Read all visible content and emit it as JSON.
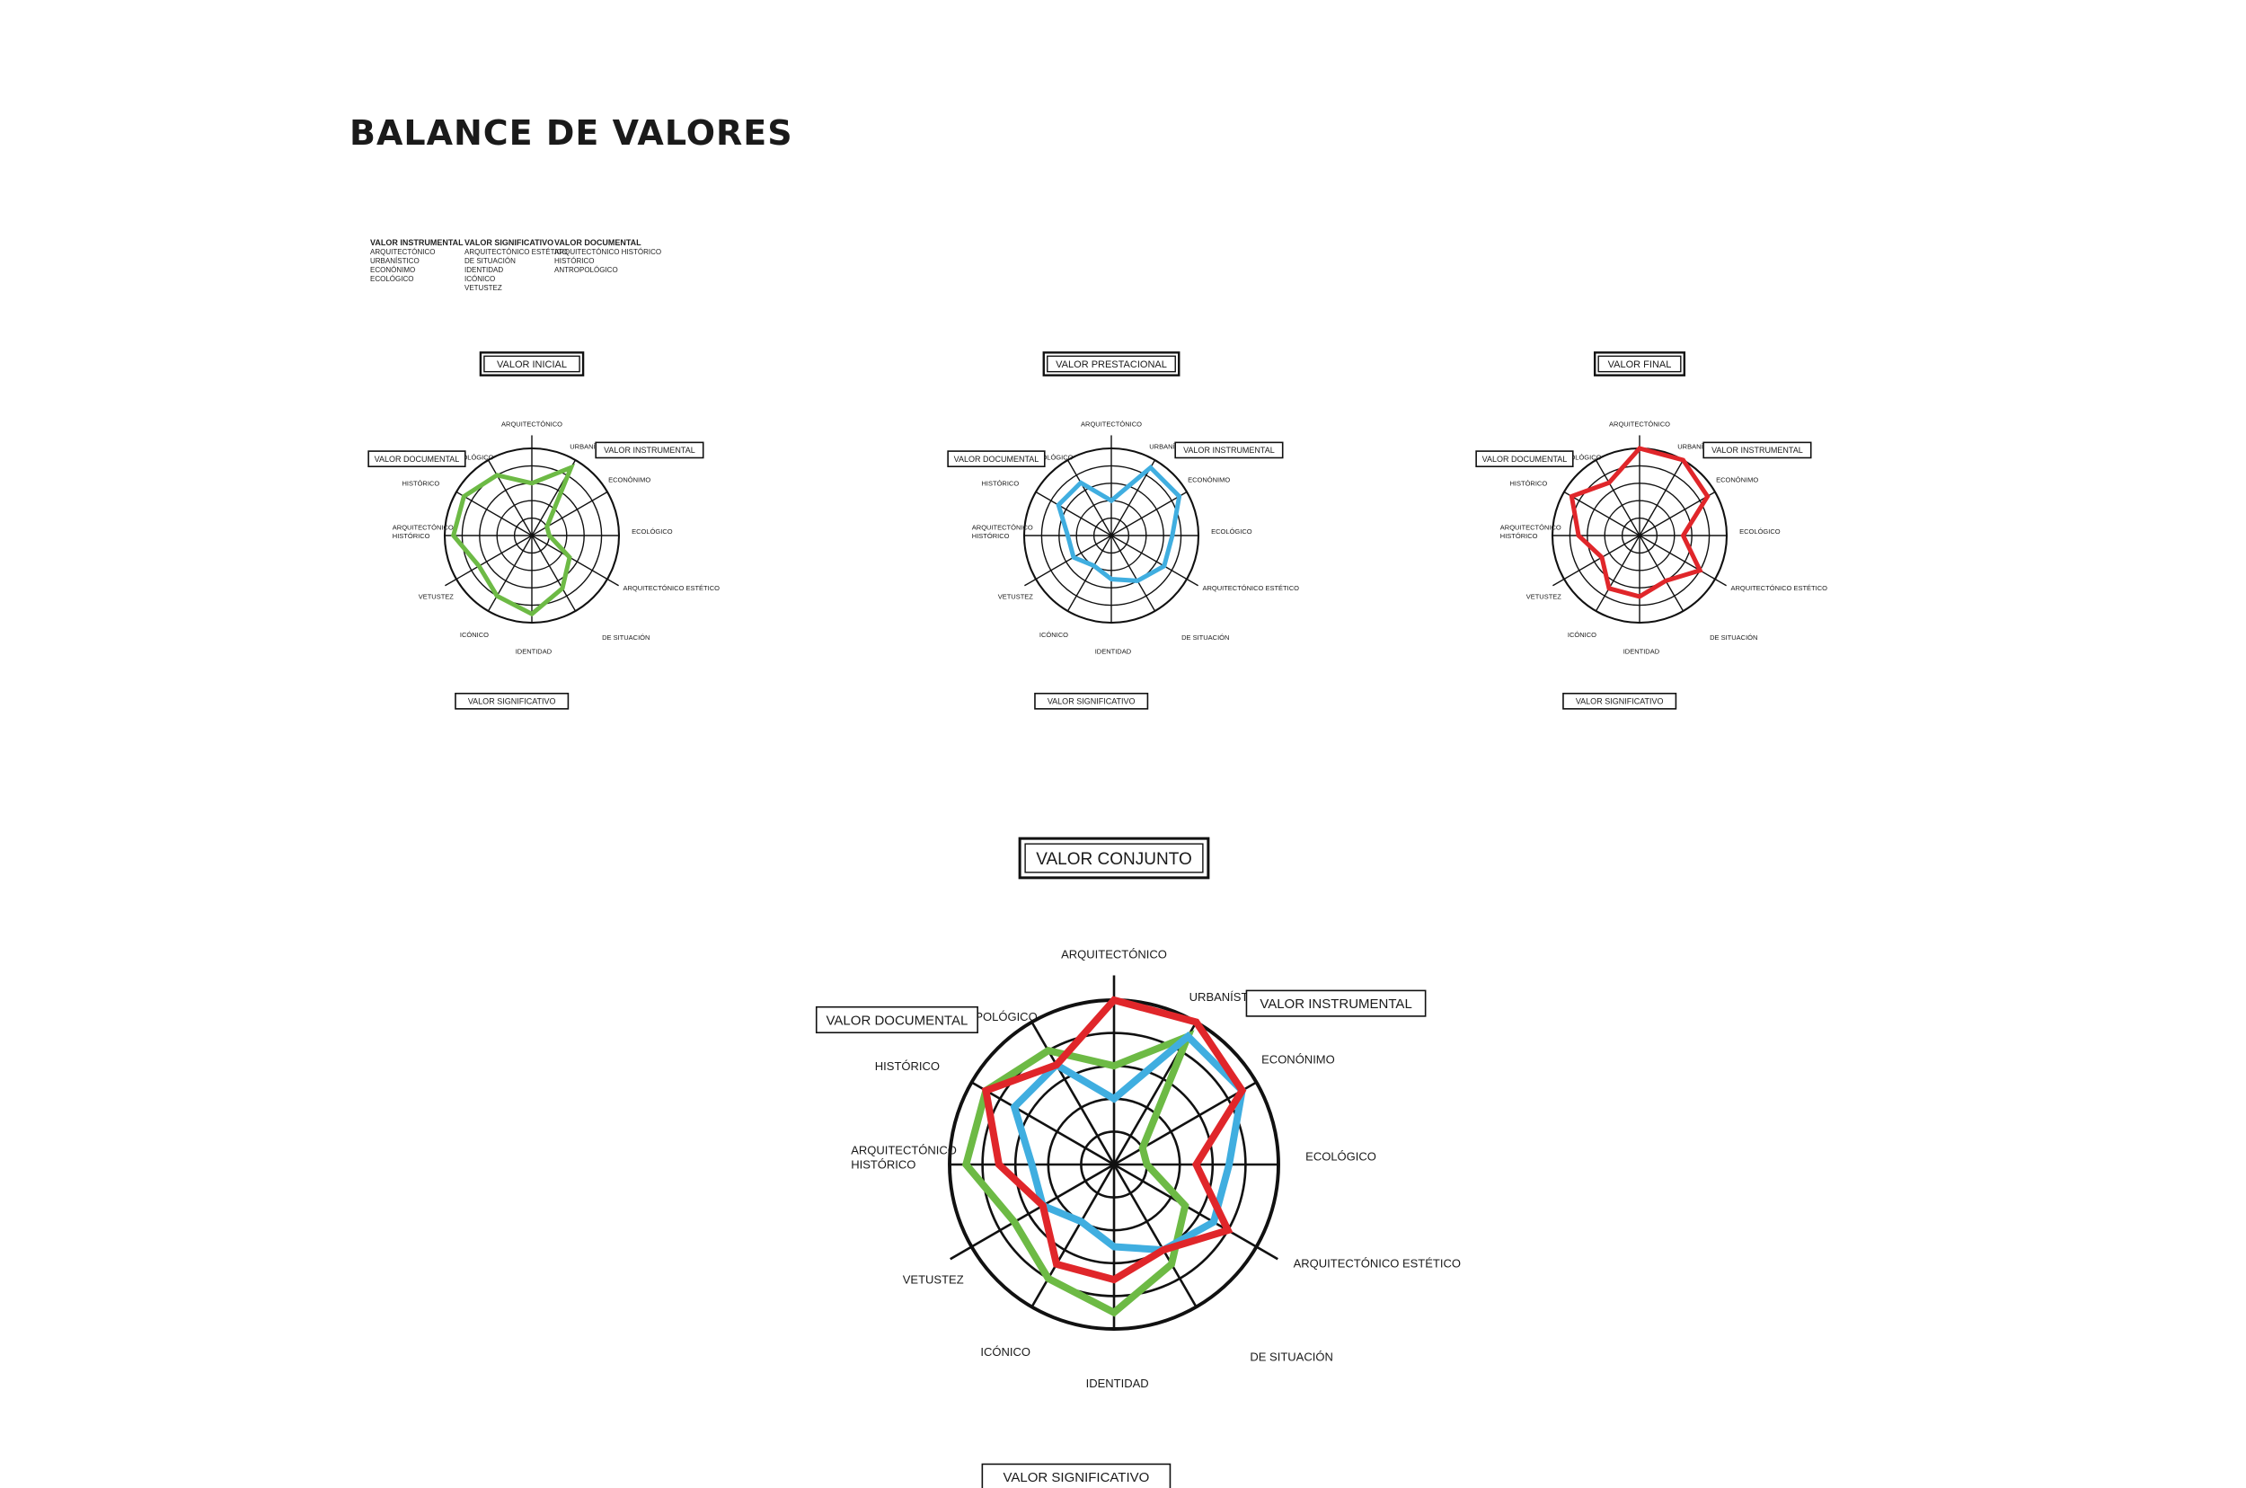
{
  "title": "BALANCE DE VALORES",
  "legend": [
    {
      "header": "VALOR INSTRUMENTAL",
      "items": [
        "ARQUITECTÓNICO",
        "URBANÍSTICO",
        "ECONÓNIMO",
        "ECOLÓGICO"
      ]
    },
    {
      "header": "VALOR SIGNIFICATIVO",
      "items": [
        "ARQUITECTÓNICO ESTÉTICO",
        "DE SITUACIÓN",
        "IDENTIDAD",
        "ICÓNICO",
        "VETUSTEZ"
      ]
    },
    {
      "header": "VALOR DOCUMENTAL",
      "items": [
        "ARQUITECTÓNICO HISTÓRICO",
        "HISTÓRICO",
        "ANTROPOLÓGICO"
      ]
    }
  ],
  "axes": [
    "ARQUITECTÓNICO",
    "URBANÍSTICO",
    "ECONÓNIMO",
    "ECOLÓGICO",
    "ARQUITECTÓNICO ESTÉTICO",
    "DE SITUACIÓN",
    "IDENTIDAD",
    "ICÓNICO",
    "VETUSTEZ",
    "ARQUITECTÓNICO HISTÓRICO",
    "HISTÓRICO",
    "ANTROPOLÓGICO"
  ],
  "group_labels": {
    "instrumental": "VALOR INSTRUMENTAL",
    "documental": "VALOR DOCUMENTAL",
    "significativo": "VALOR SIGNIFICATIVO"
  },
  "colors": {
    "inicial": "#6dba45",
    "prestacional": "#40aee0",
    "final": "#e0262a",
    "grid": "#111111"
  },
  "chart_data": [
    {
      "type": "radar",
      "title": "VALOR INICIAL",
      "rlim": [
        0,
        5
      ],
      "series": [
        {
          "color": "#6dba45",
          "values": [
            3,
            4.5,
            1,
            1,
            2.5,
            3.5,
            4.5,
            4,
            3.5,
            4.5,
            4.5,
            4
          ]
        }
      ]
    },
    {
      "type": "radar",
      "title": "VALOR PRESTACIONAL",
      "rlim": [
        0,
        5
      ],
      "series": [
        {
          "color": "#40aee0",
          "values": [
            2,
            4.5,
            4.5,
            3.5,
            3.5,
            3,
            2.5,
            2,
            2.5,
            2.5,
            3.5,
            3.5
          ]
        }
      ]
    },
    {
      "type": "radar",
      "title": "VALOR FINAL",
      "rlim": [
        0,
        5
      ],
      "series": [
        {
          "color": "#e0262a",
          "values": [
            5,
            5,
            4.5,
            2.5,
            4,
            3,
            3.5,
            3.5,
            2.5,
            3.5,
            4.5,
            3.5
          ]
        }
      ]
    },
    {
      "type": "radar",
      "title": "VALOR CONJUNTO",
      "rlim": [
        0,
        5
      ],
      "series": [
        {
          "color": "#6dba45",
          "values": [
            3,
            4.5,
            1,
            1,
            2.5,
            3.5,
            4.5,
            4,
            3.5,
            4.5,
            4.5,
            4
          ]
        },
        {
          "color": "#40aee0",
          "values": [
            2,
            4.5,
            4.5,
            3.5,
            3.5,
            3,
            2.5,
            2,
            2.5,
            2.5,
            3.5,
            3.5
          ]
        },
        {
          "color": "#e0262a",
          "values": [
            5,
            5,
            4.5,
            2.5,
            4,
            3,
            3.5,
            3.5,
            2.5,
            3.5,
            4.5,
            3.5
          ]
        }
      ]
    }
  ]
}
